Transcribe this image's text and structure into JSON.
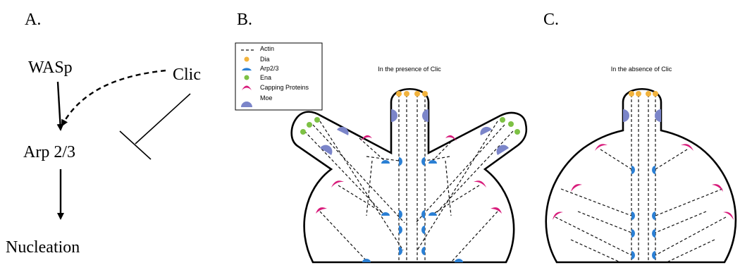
{
  "panels": {
    "a": {
      "label": "A.",
      "nodes": {
        "wasp": "WASp",
        "clic": "Clic",
        "arp": "Arp 2/3",
        "nucleation": "Nucleation"
      }
    },
    "b": {
      "label": "B.",
      "title": "In the presence of Clic"
    },
    "c": {
      "label": "C.",
      "title": "In the absence of Clic"
    }
  },
  "legend": {
    "items": [
      {
        "label": "Actin",
        "icon": "dashed-line-icon"
      },
      {
        "label": "Dia",
        "icon": "orange-dot-icon",
        "color": "#f2b33d"
      },
      {
        "label": "Arp2/3",
        "icon": "blue-wedge-icon",
        "color": "#2a7fd4"
      },
      {
        "label": "Ena",
        "icon": "green-dot-icon",
        "color": "#7dc144"
      },
      {
        "label": "Capping Proteins",
        "icon": "magenta-arc-icon",
        "color": "#d81b7b"
      },
      {
        "label": "Moe",
        "icon": "moe-semicircle-icon",
        "color": "#7b85c9"
      }
    ]
  },
  "colors": {
    "dia": "#f2b33d",
    "arp": "#2a7fd4",
    "ena": "#7dc144",
    "cap": "#d81b7b",
    "moe": "#7b85c9"
  }
}
